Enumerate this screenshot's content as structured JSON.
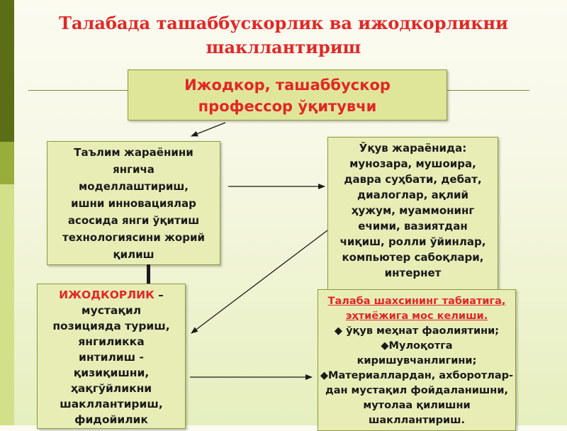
{
  "title": {
    "line1": "Талабада ташаббускорлик ва ижодкорликни",
    "line2": "шакллантириш"
  },
  "top_box": {
    "line1": "Ижодкор, ташаббускор",
    "line2": "профессор ўқитувчи"
  },
  "box_left_top": {
    "lines": [
      "Таълим жараёнини",
      "янгича",
      "моделлаштириш,",
      "ишни инновациялар",
      "асосида янги ўқитиш",
      "технологиясини жорий",
      "қилиш"
    ]
  },
  "box_right_top": {
    "lines": [
      "Ўқув жараёнида:",
      "мунозара, мушоира,",
      "давра суҳбати, дебат,",
      "диалоглар, ақлий",
      "ҳужум, муаммонинг",
      "ечими, вазиятдан",
      "чиқиш, ролли ўйинлар,",
      "компьютер сабоқлари,",
      "интернет"
    ]
  },
  "box_left_bottom": {
    "term": "ИЖОДКОРЛИК",
    "dash": " –",
    "lines": [
      "мустақил",
      "позицияда туриш,",
      "янгиликка",
      "интилиш -",
      "қизиқишни,",
      "ҳақгўйликни",
      "шакллантириш,",
      "фидойилик"
    ]
  },
  "box_right_bottom": {
    "heading_line1": "Талаба шахсининг табиатига,",
    "heading_line2": "эҳтиёжига мос келиши.",
    "items": [
      "◆  ўқув меҳнат фаолиятини;",
      "◆Мулоқотга",
      "киришувчанлигини;",
      "◆Материаллардан, ахборотлар-",
      "дан  мустақил фойдаланишни,",
      "мутолаа қилишни",
      "шакллантириш."
    ]
  },
  "colors": {
    "accent_red": "#e32626",
    "box_fill": "#e8edb6",
    "top_box_fill": "#dfe69a",
    "border": "#8b9a3c",
    "sidebar_dark": "#5b6e16"
  }
}
